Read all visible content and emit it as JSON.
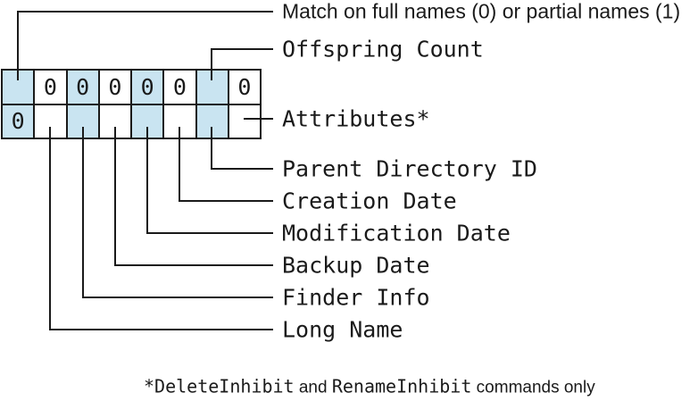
{
  "figure": {
    "bit_cells": {
      "rows": [
        {
          "cells": [
            {
              "value": "",
              "shaded": true
            },
            {
              "value": "0",
              "shaded": false
            },
            {
              "value": "0",
              "shaded": true
            },
            {
              "value": "0",
              "shaded": false
            },
            {
              "value": "0",
              "shaded": true
            },
            {
              "value": "0",
              "shaded": false
            },
            {
              "value": "",
              "shaded": true
            },
            {
              "value": "0",
              "shaded": false
            }
          ]
        },
        {
          "cells": [
            {
              "value": "0",
              "shaded": true
            },
            {
              "value": "",
              "shaded": false
            },
            {
              "value": "",
              "shaded": true
            },
            {
              "value": "",
              "shaded": false
            },
            {
              "value": "",
              "shaded": true
            },
            {
              "value": "",
              "shaded": false
            },
            {
              "value": "",
              "shaded": true
            },
            {
              "value": "",
              "shaded": false
            }
          ]
        }
      ]
    },
    "labels": {
      "match": "Match on full names (0) or partial names (1)",
      "offspring_count": "Offspring Count",
      "attributes": "Attributes*",
      "parent_directory_id": "Parent Directory ID",
      "creation_date": "Creation Date",
      "modification_date": "Modification Date",
      "backup_date": "Backup Date",
      "finder_info": "Finder Info",
      "long_name": "Long Name"
    },
    "footnote_parts": [
      {
        "text": "*DeleteInhibit",
        "style": "mono"
      },
      {
        "text": " and ",
        "style": "sans"
      },
      {
        "text": "RenameInhibit",
        "style": "mono"
      },
      {
        "text": " commands only",
        "style": "sans"
      }
    ],
    "colors": {
      "shaded_cell": "#c9e4f1",
      "line": "#1a1a1a",
      "background": "#ffffff"
    }
  }
}
